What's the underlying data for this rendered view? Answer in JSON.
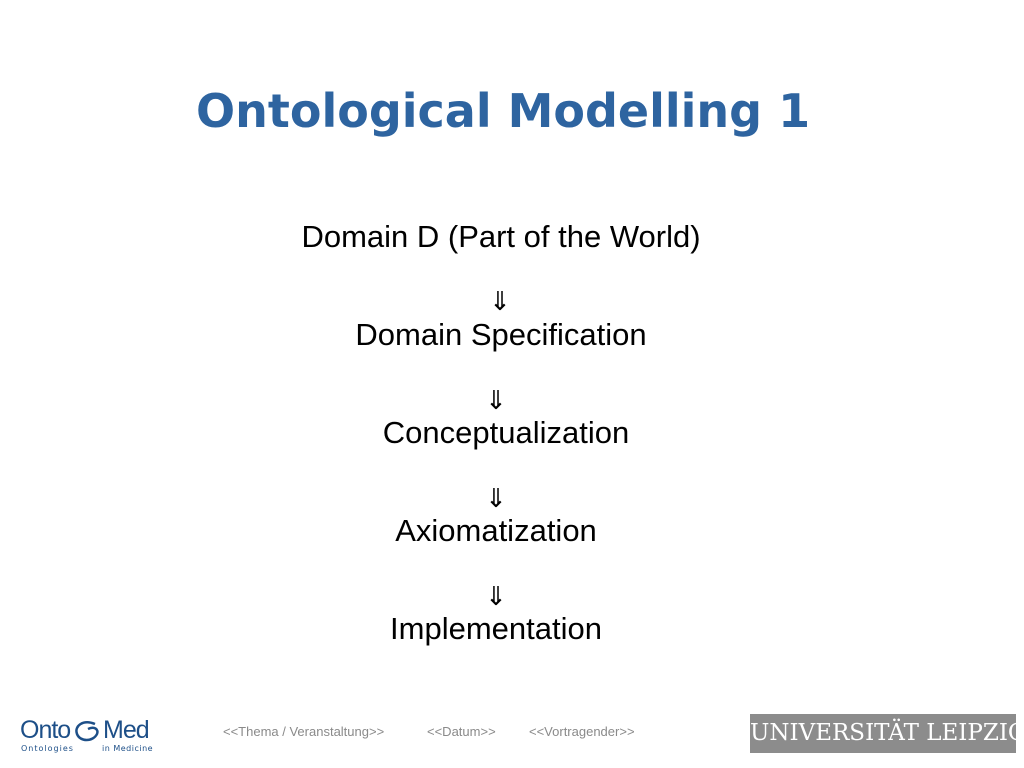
{
  "title": "Ontological Modelling 1",
  "flow": {
    "steps": [
      "Domain D (Part of the World)",
      "Domain Specification",
      "Conceptualization",
      "Axiomatization",
      "Implementation"
    ],
    "arrow": "⇓"
  },
  "footer": {
    "topic": "<<Thema / Veranstaltung>>",
    "date": "<<Datum>>",
    "speaker": "<<Vortragender>>"
  },
  "logos": {
    "ontomed": {
      "left": "Onto",
      "right": "Med",
      "sub_left": "Ontologies",
      "sub_right": "in Medicine"
    },
    "university": "UNIVERSITÄT LEIPZIG"
  }
}
